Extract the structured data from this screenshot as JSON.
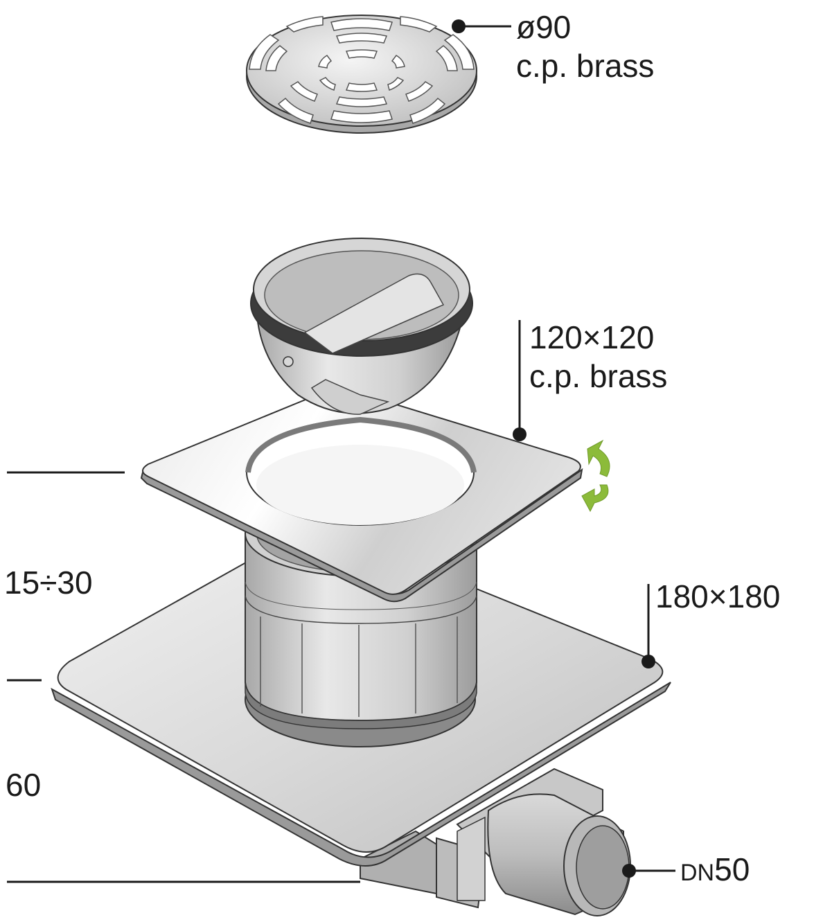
{
  "callouts": {
    "grate": {
      "line1": "ø90",
      "line2": "c.p. brass"
    },
    "top_plate": {
      "line1": "120×120",
      "line2": "c.p. brass"
    },
    "base_plate": {
      "line1": "180×180"
    },
    "outlet": {
      "prefix": "DN",
      "number": "50"
    }
  },
  "dimensions": {
    "adjust_height": "15÷30",
    "base_height": "60"
  },
  "colors": {
    "rotate_arrow": "#8cbb3a",
    "line": "#1a1a1a",
    "metal_light": "#e6e6e6",
    "metal_mid": "#c4c4c4",
    "metal_dark": "#8e8e8e"
  }
}
